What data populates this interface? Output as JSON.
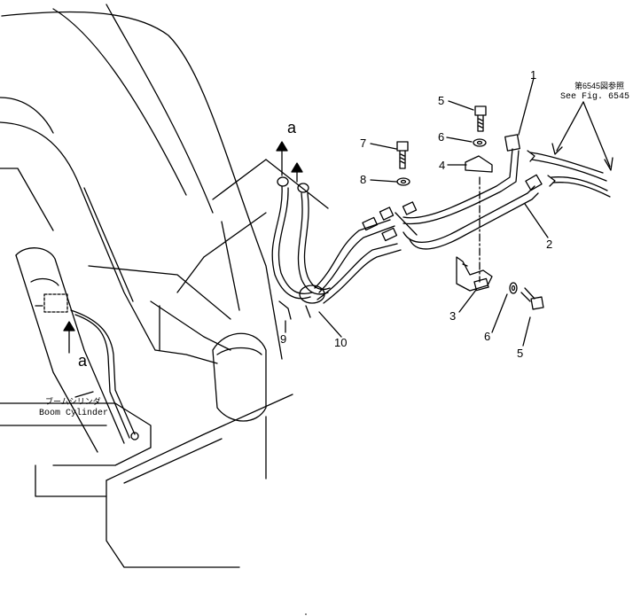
{
  "callouts": {
    "c1": "1",
    "c2": "2",
    "c3": "3",
    "c4": "4",
    "c5a": "5",
    "c5b": "5",
    "c6a": "6",
    "c6b": "6",
    "c7": "7",
    "c8": "8",
    "c9": "9",
    "c10": "10"
  },
  "connector_labels": {
    "top": "a",
    "left": "a"
  },
  "reference": {
    "jp": "第6545図参照",
    "en": "See Fig. 6545"
  },
  "boom_cylinder": {
    "jp": "ブームシリンダ",
    "en": "Boom Cylinder"
  },
  "colors": {
    "ink": "#000000",
    "paper": "#ffffff"
  }
}
